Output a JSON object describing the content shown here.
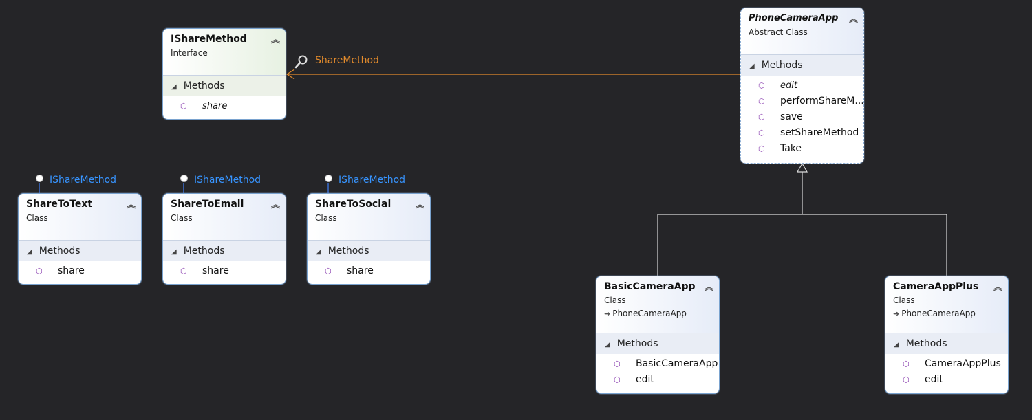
{
  "colors": {
    "background": "#252528",
    "association": "#e38b2c",
    "lollipop_label": "#3794ff",
    "inheritance": "#d9d9d9",
    "method_icon": "#8a3fb0"
  },
  "association": {
    "label": "ShareMethod",
    "icon": "wrench-icon"
  },
  "ishare": {
    "name": "IShareMethod",
    "stereotype": "Interface",
    "section": "Methods",
    "members": [
      "share"
    ]
  },
  "phone": {
    "name": "PhoneCameraApp",
    "stereotype": "Abstract Class",
    "section": "Methods",
    "members": [
      "edit",
      "performShareM...",
      "save",
      "setShareMethod",
      "Take"
    ]
  },
  "text": {
    "name": "ShareToText",
    "stereotype": "Class",
    "interface": "IShareMethod",
    "section": "Methods",
    "members": [
      "share"
    ]
  },
  "email": {
    "name": "ShareToEmail",
    "stereotype": "Class",
    "interface": "IShareMethod",
    "section": "Methods",
    "members": [
      "share"
    ]
  },
  "social": {
    "name": "ShareToSocial",
    "stereotype": "Class",
    "interface": "IShareMethod",
    "section": "Methods",
    "members": [
      "share"
    ]
  },
  "basic": {
    "name": "BasicCameraApp",
    "stereotype": "Class",
    "parent": "PhoneCameraApp",
    "section": "Methods",
    "members": [
      "BasicCameraApp",
      "edit"
    ]
  },
  "plus": {
    "name": "CameraAppPlus",
    "stereotype": "Class",
    "parent": "PhoneCameraApp",
    "section": "Methods",
    "members": [
      "CameraAppPlus",
      "edit"
    ]
  }
}
